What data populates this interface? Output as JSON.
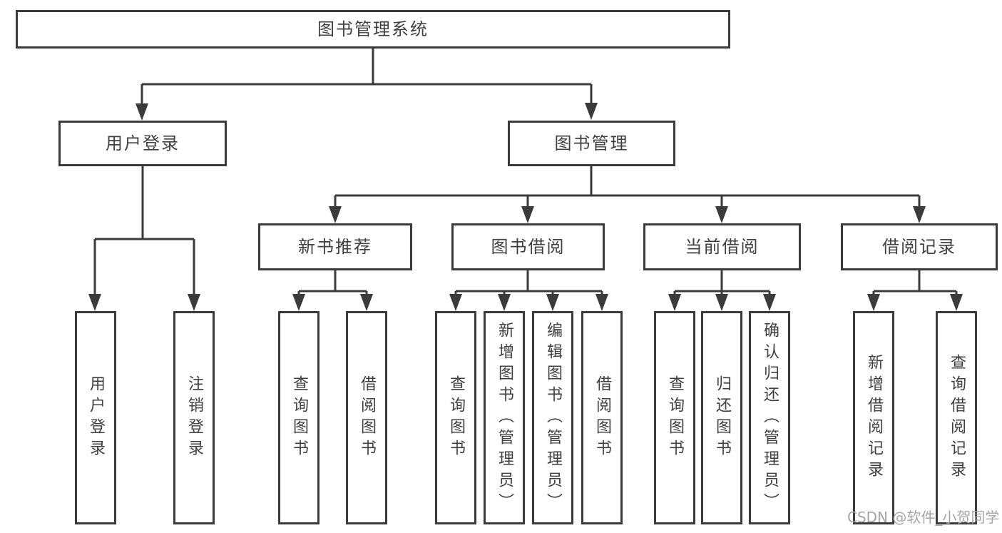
{
  "diagram": {
    "root": "图书管理系统",
    "branches": {
      "user_login": "用户登录",
      "book_mgmt": "图书管理"
    },
    "modules": {
      "new_book_rec": "新书推荐",
      "book_borrow": "图书借阅",
      "current_borrow": "当前借阅",
      "borrow_record": "借阅记录"
    },
    "leaves": {
      "user_login": "用户登录",
      "logout": "注销登录",
      "query_book_rec": "查询图书",
      "borrow_book_rec": "借阅图书",
      "query_book_borrow": "查询图书",
      "add_book_admin": "新增图书（管理员）",
      "edit_book_admin": "编辑图书（管理员）",
      "borrow_book_main": "借阅图书",
      "query_book_current": "查询图书",
      "return_book": "归还图书",
      "confirm_return_admin": "确认归还（管理员）",
      "add_borrow_record": "新增借阅记录",
      "query_borrow_record": "查询借阅记录"
    }
  },
  "watermark": "CSDN @软件_小贺同学",
  "colors": {
    "line": "#3b3b3b",
    "box_border": "#3b3b3b",
    "text": "#404040",
    "watermark": "#a6a6a6",
    "background": "#ffffff"
  }
}
